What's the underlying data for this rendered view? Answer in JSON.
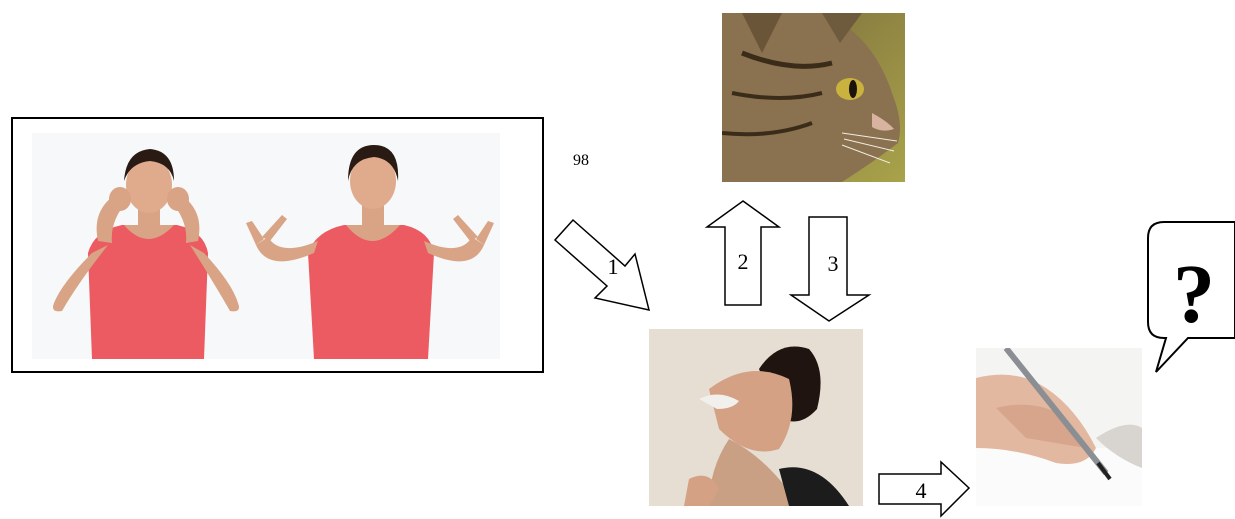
{
  "page_number": "98",
  "arrows": [
    {
      "label": "1"
    },
    {
      "label": "2"
    },
    {
      "label": "3"
    },
    {
      "label": "4"
    }
  ],
  "speech_bubble": {
    "text": "?"
  },
  "colors": {
    "shirt": "#ec5a62",
    "skin": "#d9a485",
    "hair": "#2a1a14",
    "cat_fur": "#8a7250",
    "cat_bg": "#a9a34a",
    "photo_bg_beige": "#e6ddd3"
  }
}
